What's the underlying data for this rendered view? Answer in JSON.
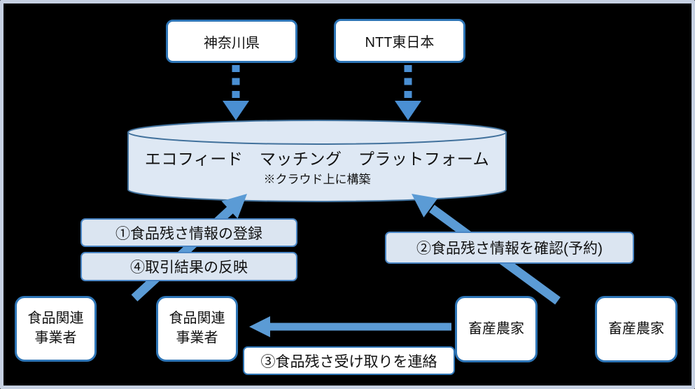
{
  "colors": {
    "frame": "#c6d0e2",
    "background": "#000000",
    "box_border": "#2e75b6",
    "label_border": "#4a86c5",
    "label_fill": "#dbe5f1",
    "cylinder_fill": "#dee8f4",
    "cylinder_border": "#41719c",
    "arrow": "#5b9bd5",
    "dashed_arrow": "#4a8fd3"
  },
  "nodes": {
    "kanagawa": {
      "label": "神奈川県"
    },
    "ntt_east": {
      "label": "NTT東日本"
    },
    "platform": {
      "title": "エコフィード　マッチング　プラットフォーム",
      "note": "※クラウド上に構築"
    },
    "food_business_1": {
      "line1": "食品関連",
      "line2": "事業者"
    },
    "food_business_2": {
      "line1": "食品関連",
      "line2": "事業者"
    },
    "livestock_farm_1": {
      "label": "畜産農家"
    },
    "livestock_farm_2": {
      "label": "畜産農家"
    }
  },
  "flow_labels": {
    "step1": "①食品残さ情報の登録",
    "step2": "②食品残さ情報を確認(予約)",
    "step3": "③食品残さ受け取りを連絡",
    "step4": "④取引結果の反映"
  }
}
